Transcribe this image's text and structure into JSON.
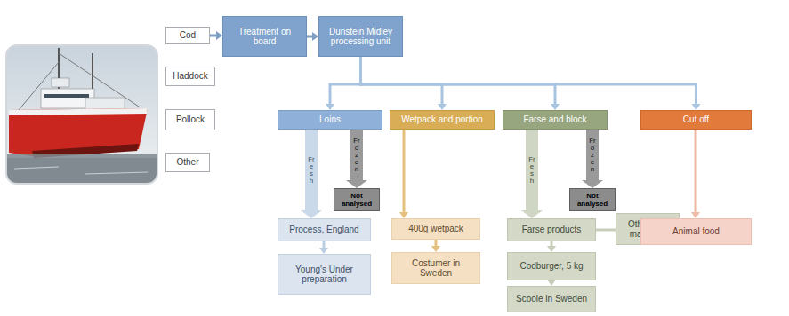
{
  "diagram": {
    "nodes": [
      {
        "text": [
          "Cod"
        ]
      },
      {
        "text": [
          "Haddock"
        ]
      },
      {
        "text": [
          "Pollock"
        ]
      },
      {
        "text": [
          "Other"
        ]
      },
      {
        "text": [
          "Treatment on board"
        ]
      },
      {
        "text": [
          "Dunstein Midley processing unit"
        ]
      },
      {
        "text": [
          "Loins"
        ]
      },
      {
        "text": [
          "Wetpack and portion"
        ]
      },
      {
        "text": [
          "Farse and block"
        ]
      },
      {
        "text": [
          "Cut off"
        ]
      },
      {
        "text": [
          "Not analysed"
        ]
      },
      {
        "text": [
          "Process, England"
        ]
      },
      {
        "text": [
          "Young's Under preparation"
        ]
      },
      {
        "text": [
          "400g wetpack"
        ]
      },
      {
        "text": [
          "Costumer in Sweden"
        ]
      },
      {
        "text": [
          "Not analysed"
        ]
      },
      {
        "text": [
          "Farse products"
        ]
      },
      {
        "text": [
          "Other raw materials"
        ]
      },
      {
        "text": [
          "Codburger, 5 kg"
        ]
      },
      {
        "text": [
          "Scoole in Sweden"
        ]
      },
      {
        "text": [
          "Animal food"
        ]
      }
    ],
    "edges": [
      {
        "from": 0,
        "to": 4,
        "arrow": "to"
      },
      {
        "from": 4,
        "to": 5,
        "arrow": "to"
      },
      {
        "from": 5,
        "to": 6,
        "arrow": "to"
      },
      {
        "from": 5,
        "to": 7,
        "arrow": "to"
      },
      {
        "from": 5,
        "to": 8,
        "arrow": "to"
      },
      {
        "from": 5,
        "to": 9,
        "arrow": "to"
      },
      {
        "from": 6,
        "to": 11,
        "label": "Fresh",
        "arrow": "to"
      },
      {
        "from": 6,
        "to": 10,
        "label": "Frozen",
        "arrow": "to"
      },
      {
        "from": 11,
        "to": 12,
        "arrow": "to"
      },
      {
        "from": 7,
        "to": 13,
        "arrow": "to"
      },
      {
        "from": 13,
        "to": 14,
        "arrow": "to"
      },
      {
        "from": 8,
        "to": 16,
        "label": "Fresh",
        "arrow": "to"
      },
      {
        "from": 8,
        "to": 15,
        "label": "Frozen",
        "arrow": "to"
      },
      {
        "from": 16,
        "to": 18,
        "arrow": "to"
      },
      {
        "from": 17,
        "to": 16,
        "arrow": "none"
      },
      {
        "from": 18,
        "to": 19,
        "arrow": "to"
      },
      {
        "from": 9,
        "to": 20,
        "arrow": "to"
      }
    ]
  }
}
